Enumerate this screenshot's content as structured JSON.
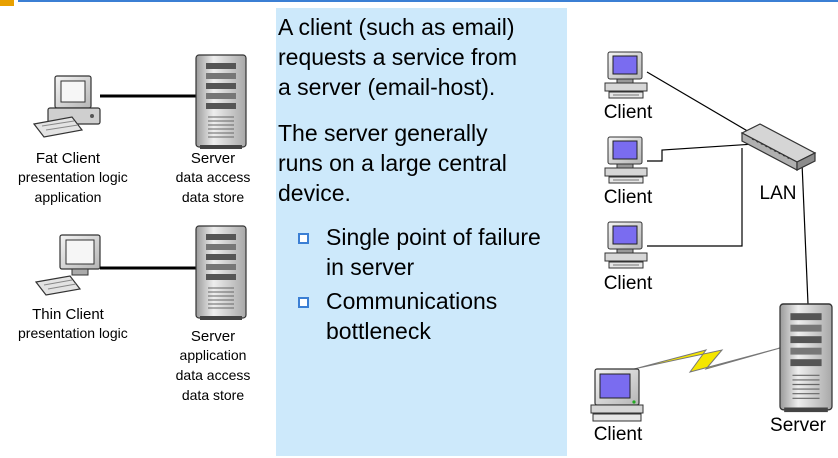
{
  "left": {
    "fat_client": {
      "title": "Fat Client",
      "lines": [
        "presentation logic",
        "application"
      ]
    },
    "server_top": {
      "title": "Server",
      "lines": [
        "data access",
        "data store"
      ]
    },
    "thin_client": {
      "title": "Thin Client",
      "lines": [
        "presentation logic"
      ]
    },
    "server_bottom": {
      "title": "Server",
      "lines": [
        "application",
        "data access",
        "data store"
      ]
    }
  },
  "panel": {
    "paragraphs": [
      [
        "A client (such as email)",
        "requests a service from",
        "a server (email-host)."
      ],
      [
        "The server generally",
        "runs on a large central",
        "device."
      ]
    ],
    "bullets": [
      [
        "Single point of failure",
        "in server"
      ],
      [
        "Communications",
        "bottleneck"
      ]
    ]
  },
  "right": {
    "clients": [
      "Client",
      "Client",
      "Client"
    ],
    "lan_label": "LAN",
    "remote_client": "Client",
    "server_label": "Server"
  },
  "colors": {
    "panel_bg": "#cde9fb",
    "bullet": "#3b7fd4",
    "lightning": "#f5e600",
    "screen": "#7a6cf0",
    "top_rule": "#3b7fd4",
    "top_accent": "#e8a000"
  }
}
